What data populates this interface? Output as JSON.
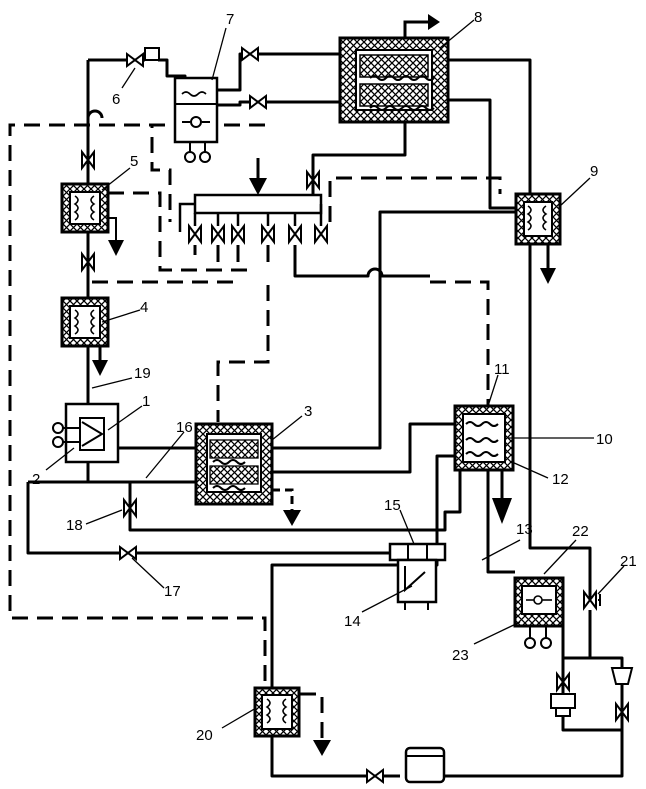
{
  "diagram": {
    "labels": {
      "l1": "1",
      "l2": "2",
      "l3": "3",
      "l4": "4",
      "l5": "5",
      "l6": "6",
      "l7": "7",
      "l8": "8",
      "l9": "9",
      "l10": "10",
      "l11": "11",
      "l12": "12",
      "l13": "13",
      "l14": "14",
      "l15": "15",
      "l16": "16",
      "l17": "17",
      "l18": "18",
      "l19": "19",
      "l20": "20",
      "l21": "21",
      "l22": "22",
      "l23": "23"
    }
  }
}
